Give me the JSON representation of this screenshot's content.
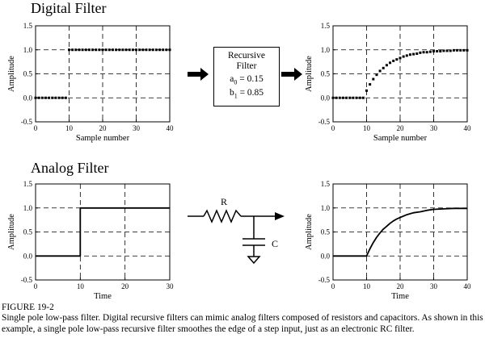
{
  "headings": {
    "digital": "Digital Filter",
    "analog": "Analog Filter"
  },
  "filter_box": {
    "title_line1": "Recursive",
    "title_line2": "Filter",
    "a0_label": "a",
    "a0_sub": "0",
    "a0_value": " = 0.15",
    "b1_label": "b",
    "b1_sub": "1",
    "b1_value": " = 0.85"
  },
  "circuit": {
    "resistor_label": "R",
    "capacitor_label": "C"
  },
  "caption": {
    "title": "FIGURE 19-2",
    "text": "Single pole low-pass filter.  Digital recursive filters can mimic analog filters composed of resistors and capacitors. As shown in this example, a single pole low-pass recursive filter smoothes the edge of a step input, just as an electronic RC filter."
  },
  "chart_data": [
    {
      "id": "digital-input",
      "type": "scatter",
      "xlabel": "Sample number",
      "ylabel": "Amplitude",
      "xlim": [
        0,
        40
      ],
      "ylim": [
        -0.5,
        1.5
      ],
      "xticks": [
        0,
        10,
        20,
        30,
        40
      ],
      "yticks": [
        -0.5,
        0.0,
        0.5,
        1.0,
        1.5
      ],
      "ytick_labels": [
        "-0.5",
        "0.0",
        "0.5",
        "1.0",
        "1.5"
      ],
      "grid": "dashed",
      "series": [
        {
          "x": [
            0,
            1,
            2,
            3,
            4,
            5,
            6,
            7,
            8,
            9,
            10,
            11,
            12,
            13,
            14,
            15,
            16,
            17,
            18,
            19,
            20,
            21,
            22,
            23,
            24,
            25,
            26,
            27,
            28,
            29,
            30,
            31,
            32,
            33,
            34,
            35,
            36,
            37,
            38,
            39,
            40
          ],
          "y": [
            0,
            0,
            0,
            0,
            0,
            0,
            0,
            0,
            0,
            0,
            1,
            1,
            1,
            1,
            1,
            1,
            1,
            1,
            1,
            1,
            1,
            1,
            1,
            1,
            1,
            1,
            1,
            1,
            1,
            1,
            1,
            1,
            1,
            1,
            1,
            1,
            1,
            1,
            1,
            1,
            1
          ]
        }
      ]
    },
    {
      "id": "digital-output",
      "type": "scatter",
      "xlabel": "Sample number",
      "ylabel": "Amplitude",
      "xlim": [
        0,
        40
      ],
      "ylim": [
        -0.5,
        1.5
      ],
      "xticks": [
        0,
        10,
        20,
        30,
        40
      ],
      "yticks": [
        -0.5,
        0.0,
        0.5,
        1.0,
        1.5
      ],
      "ytick_labels": [
        "-0.5",
        "0.0",
        "0.5",
        "1.0",
        "1.5"
      ],
      "grid": "dashed",
      "series": [
        {
          "x": [
            0,
            1,
            2,
            3,
            4,
            5,
            6,
            7,
            8,
            9,
            10,
            11,
            12,
            13,
            14,
            15,
            16,
            17,
            18,
            19,
            20,
            21,
            22,
            23,
            24,
            25,
            26,
            27,
            28,
            29,
            30,
            31,
            32,
            33,
            34,
            35,
            36,
            37,
            38,
            39,
            40
          ],
          "y": [
            0,
            0,
            0,
            0,
            0,
            0,
            0,
            0,
            0,
            0,
            0.15,
            0.28,
            0.39,
            0.48,
            0.56,
            0.62,
            0.68,
            0.73,
            0.77,
            0.8,
            0.83,
            0.86,
            0.88,
            0.9,
            0.91,
            0.92,
            0.94,
            0.95,
            0.95,
            0.96,
            0.97,
            0.97,
            0.97,
            0.98,
            0.98,
            0.98,
            0.99,
            0.99,
            0.99,
            0.99,
            0.99
          ]
        }
      ]
    },
    {
      "id": "analog-input",
      "type": "line",
      "xlabel": "Time",
      "ylabel": "Amplitude",
      "xlim": [
        0,
        30
      ],
      "ylim": [
        -0.5,
        1.5
      ],
      "xticks": [
        0,
        10,
        20,
        30
      ],
      "yticks": [
        -0.5,
        0.0,
        0.5,
        1.0,
        1.5
      ],
      "ytick_labels": [
        "-0.5",
        "0.0",
        "0.5",
        "1.0",
        "1.5"
      ],
      "grid": "dashed",
      "series": [
        {
          "x": [
            0,
            10,
            10,
            30
          ],
          "y": [
            0,
            0,
            1,
            1
          ]
        }
      ]
    },
    {
      "id": "analog-output",
      "type": "line",
      "xlabel": "Time",
      "ylabel": "Amplitude",
      "xlim": [
        0,
        40
      ],
      "ylim": [
        -0.5,
        1.5
      ],
      "xticks": [
        0,
        10,
        20,
        30,
        40
      ],
      "yticks": [
        -0.5,
        0.0,
        0.5,
        1.0,
        1.5
      ],
      "ytick_labels": [
        "-0.5",
        "0.0",
        "0.5",
        "1.0",
        "1.5"
      ],
      "grid": "dashed",
      "series": [
        {
          "x": [
            0,
            10,
            11,
            12,
            13,
            14,
            15,
            16,
            17,
            18,
            19,
            20,
            22,
            24,
            26,
            28,
            30,
            33,
            36,
            40
          ],
          "y": [
            0,
            0,
            0.15,
            0.28,
            0.39,
            0.48,
            0.56,
            0.62,
            0.68,
            0.73,
            0.77,
            0.8,
            0.86,
            0.9,
            0.92,
            0.95,
            0.97,
            0.98,
            0.99,
            0.99
          ]
        }
      ]
    }
  ]
}
